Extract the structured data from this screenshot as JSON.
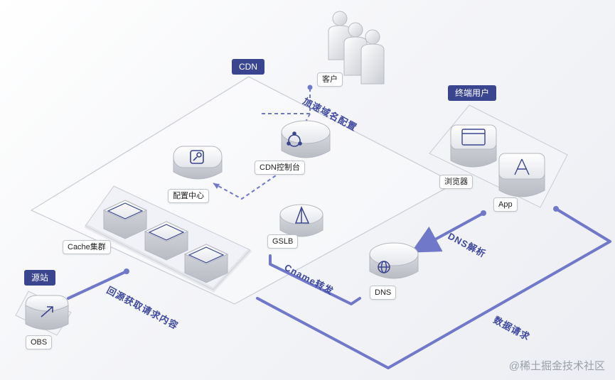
{
  "tags": {
    "cdn": "CDN",
    "end_users": "终端用户",
    "origin": "源站"
  },
  "labels": {
    "customer": "客户",
    "cdn_console": "CDN控制台",
    "config_center": "配置中心",
    "browser": "浏览器",
    "app": "App",
    "cache_cluster": "Cache集群",
    "gslb": "GSLB",
    "dns": "DNS",
    "obs": "OBS"
  },
  "flows": {
    "domain_config": "加速域名配置",
    "dns_resolve": "DNS解析",
    "cname_forward": "Cname转发",
    "fetch_origin": "回源获取请求内容",
    "data_request": "数据请求"
  },
  "watermark": "@稀土掘金技术社区",
  "colors": {
    "accent": "#3a4590",
    "flow_line": "#6f78c9",
    "dashed_line": "#6f78c9",
    "platform_stroke": "#c9ccd4"
  }
}
